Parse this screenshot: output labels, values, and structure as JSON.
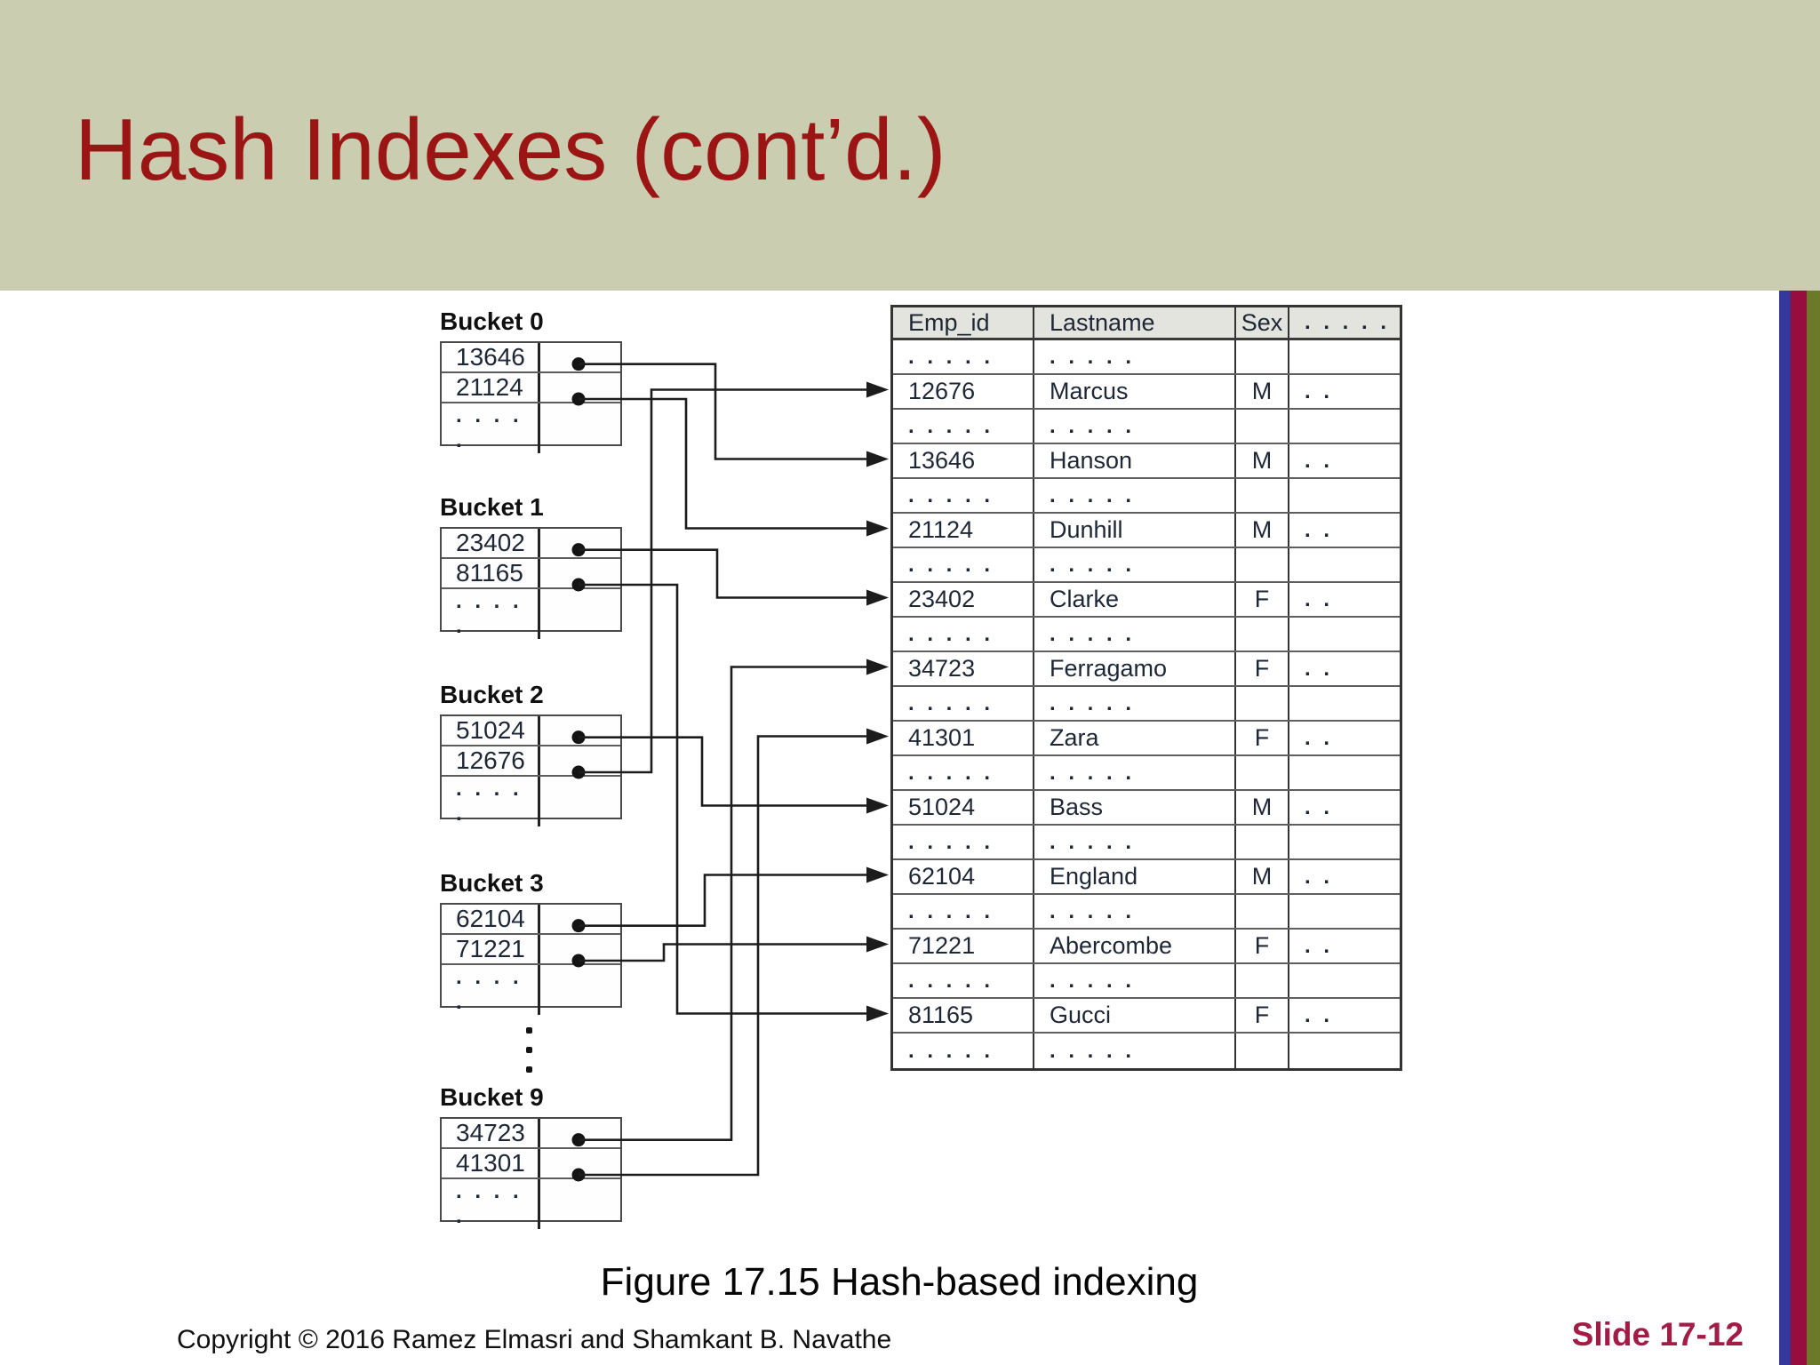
{
  "slide": {
    "title": "Hash Indexes (cont’d.)",
    "caption": "Figure 17.15 Hash-based indexing",
    "copyright": "Copyright © 2016 Ramez Elmasri and Shamkant B. Navathe",
    "slide_number": "Slide 17-12"
  },
  "colors": {
    "band": "#cbcdb0",
    "title_red": "#9b1515",
    "slide_number_red": "#a21c45",
    "stripe_blue": "#35379b",
    "stripe_maroon": "#970d3d",
    "stripe_olive": "#6a7a28",
    "table_header_bg": "#e4e4df"
  },
  "diagram": {
    "dots_5": ". . . . .",
    "dots_2": ". .",
    "vertical_ellipsis_dots": 3,
    "buckets": [
      {
        "label": "Bucket 0",
        "entries": [
          "13646",
          "21124"
        ]
      },
      {
        "label": "Bucket 1",
        "entries": [
          "23402",
          "81165"
        ]
      },
      {
        "label": "Bucket 2",
        "entries": [
          "51024",
          "12676"
        ]
      },
      {
        "label": "Bucket 3",
        "entries": [
          "62104",
          "71221"
        ]
      },
      {
        "label": "Bucket 9",
        "entries": [
          "34723",
          "41301"
        ]
      }
    ],
    "table": {
      "headers": [
        "Emp_id",
        "Lastname",
        "Sex",
        ". . . . ."
      ],
      "rows": [
        {
          "dots": true,
          "emp_id": ". . . . .",
          "lastname": ". . . . .",
          "sex": "",
          "etc": ""
        },
        {
          "emp_id": "12676",
          "lastname": "Marcus",
          "sex": "M",
          "etc": ". ."
        },
        {
          "dots": true,
          "emp_id": ". . . . .",
          "lastname": ". . . . .",
          "sex": "",
          "etc": ""
        },
        {
          "emp_id": "13646",
          "lastname": "Hanson",
          "sex": "M",
          "etc": ". ."
        },
        {
          "dots": true,
          "emp_id": ". . . . .",
          "lastname": ". . . . .",
          "sex": "",
          "etc": ""
        },
        {
          "emp_id": "21124",
          "lastname": "Dunhill",
          "sex": "M",
          "etc": ". ."
        },
        {
          "dots": true,
          "emp_id": ". . . . .",
          "lastname": ". . . . .",
          "sex": "",
          "etc": ""
        },
        {
          "emp_id": "23402",
          "lastname": "Clarke",
          "sex": "F",
          "etc": ". ."
        },
        {
          "dots": true,
          "emp_id": ". . . . .",
          "lastname": ". . . . .",
          "sex": "",
          "etc": ""
        },
        {
          "emp_id": "34723",
          "lastname": "Ferragamo",
          "sex": "F",
          "etc": ". ."
        },
        {
          "dots": true,
          "emp_id": ". . . . .",
          "lastname": ". . . . .",
          "sex": "",
          "etc": ""
        },
        {
          "emp_id": "41301",
          "lastname": "Zara",
          "sex": "F",
          "etc": ". ."
        },
        {
          "dots": true,
          "emp_id": ". . . . .",
          "lastname": ". . . . .",
          "sex": "",
          "etc": ""
        },
        {
          "emp_id": "51024",
          "lastname": "Bass",
          "sex": "M",
          "etc": ". ."
        },
        {
          "dots": true,
          "emp_id": ". . . . .",
          "lastname": ". . . . .",
          "sex": "",
          "etc": ""
        },
        {
          "emp_id": "62104",
          "lastname": "England",
          "sex": "M",
          "etc": ". ."
        },
        {
          "dots": true,
          "emp_id": ". . . . .",
          "lastname": ". . . . .",
          "sex": "",
          "etc": ""
        },
        {
          "emp_id": "71221",
          "lastname": "Abercombe",
          "sex": "F",
          "etc": ". ."
        },
        {
          "dots": true,
          "emp_id": ". . . . .",
          "lastname": ". . . . .",
          "sex": "",
          "etc": ""
        },
        {
          "emp_id": "81165",
          "lastname": "Gucci",
          "sex": "F",
          "etc": ". ."
        },
        {
          "dots": true,
          "emp_id": ". . . . .",
          "lastname": ". . . . .",
          "sex": "",
          "etc": ""
        }
      ]
    },
    "links": [
      {
        "bucket_index": 0,
        "slot": 0,
        "emp_id": "13646"
      },
      {
        "bucket_index": 0,
        "slot": 1,
        "emp_id": "21124"
      },
      {
        "bucket_index": 1,
        "slot": 0,
        "emp_id": "23402"
      },
      {
        "bucket_index": 1,
        "slot": 1,
        "emp_id": "81165"
      },
      {
        "bucket_index": 2,
        "slot": 0,
        "emp_id": "51024"
      },
      {
        "bucket_index": 2,
        "slot": 1,
        "emp_id": "12676"
      },
      {
        "bucket_index": 3,
        "slot": 0,
        "emp_id": "62104"
      },
      {
        "bucket_index": 3,
        "slot": 1,
        "emp_id": "71221"
      },
      {
        "bucket_index": 4,
        "slot": 0,
        "emp_id": "34723"
      },
      {
        "bucket_index": 4,
        "slot": 1,
        "emp_id": "41301"
      }
    ]
  }
}
